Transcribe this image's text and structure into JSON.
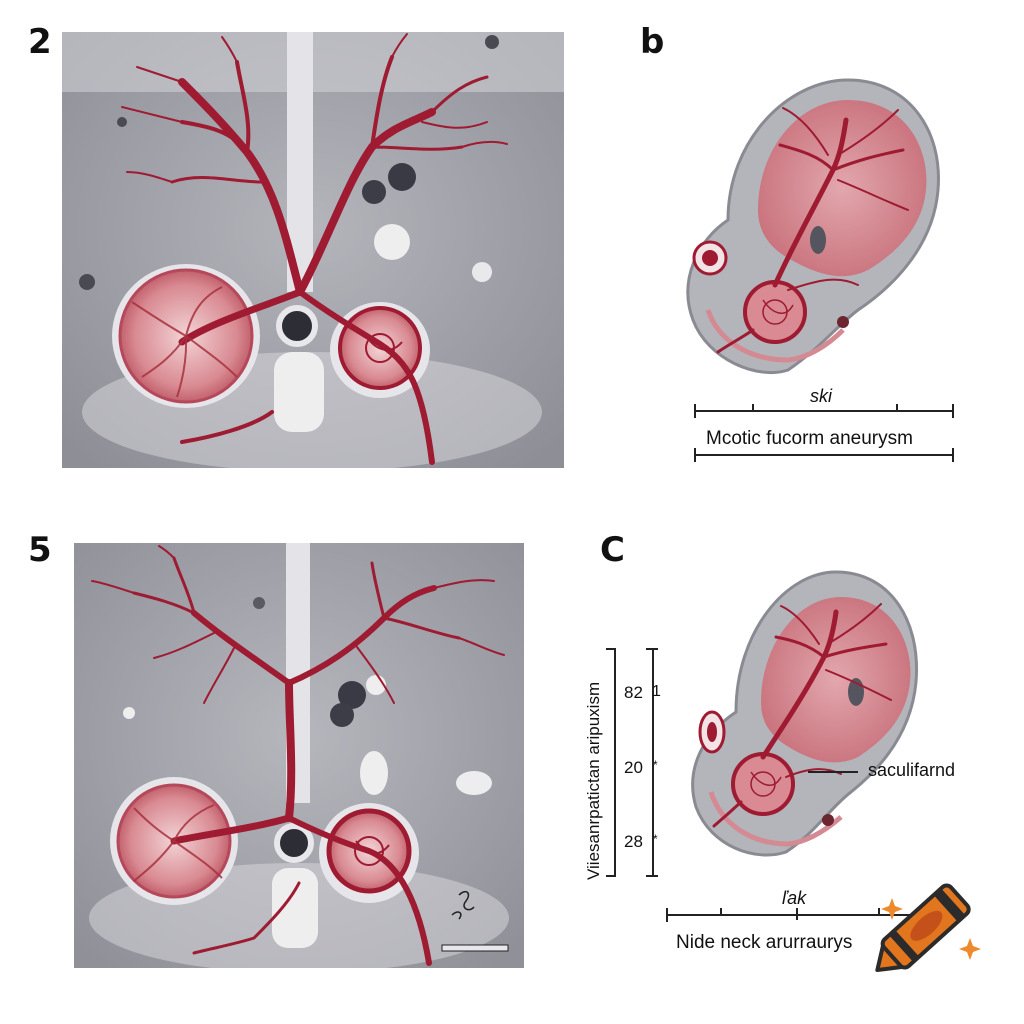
{
  "panels": {
    "tl": {
      "label": "2"
    },
    "tr": {
      "label": "b",
      "scale_top": "ski",
      "caption": "Mcotic fucorm aneurysm"
    },
    "bl": {
      "label": "5"
    },
    "br": {
      "label": "C",
      "side_label": "Viiesanrpatictan aripuxism",
      "ticks": [
        "82",
        "20",
        "28"
      ],
      "tick_marks": [
        "1",
        "*",
        "*"
      ],
      "callout": "saculifarnd",
      "scale_top": "ľak",
      "caption": "Nide neck arurraurys"
    }
  },
  "colors": {
    "vessel": "#9e1b32",
    "sac": "#d98a92",
    "tissue": "#a9a9b0",
    "bg_light": "#c9c9cf"
  },
  "icons": {
    "logo": "crayon-icon"
  }
}
